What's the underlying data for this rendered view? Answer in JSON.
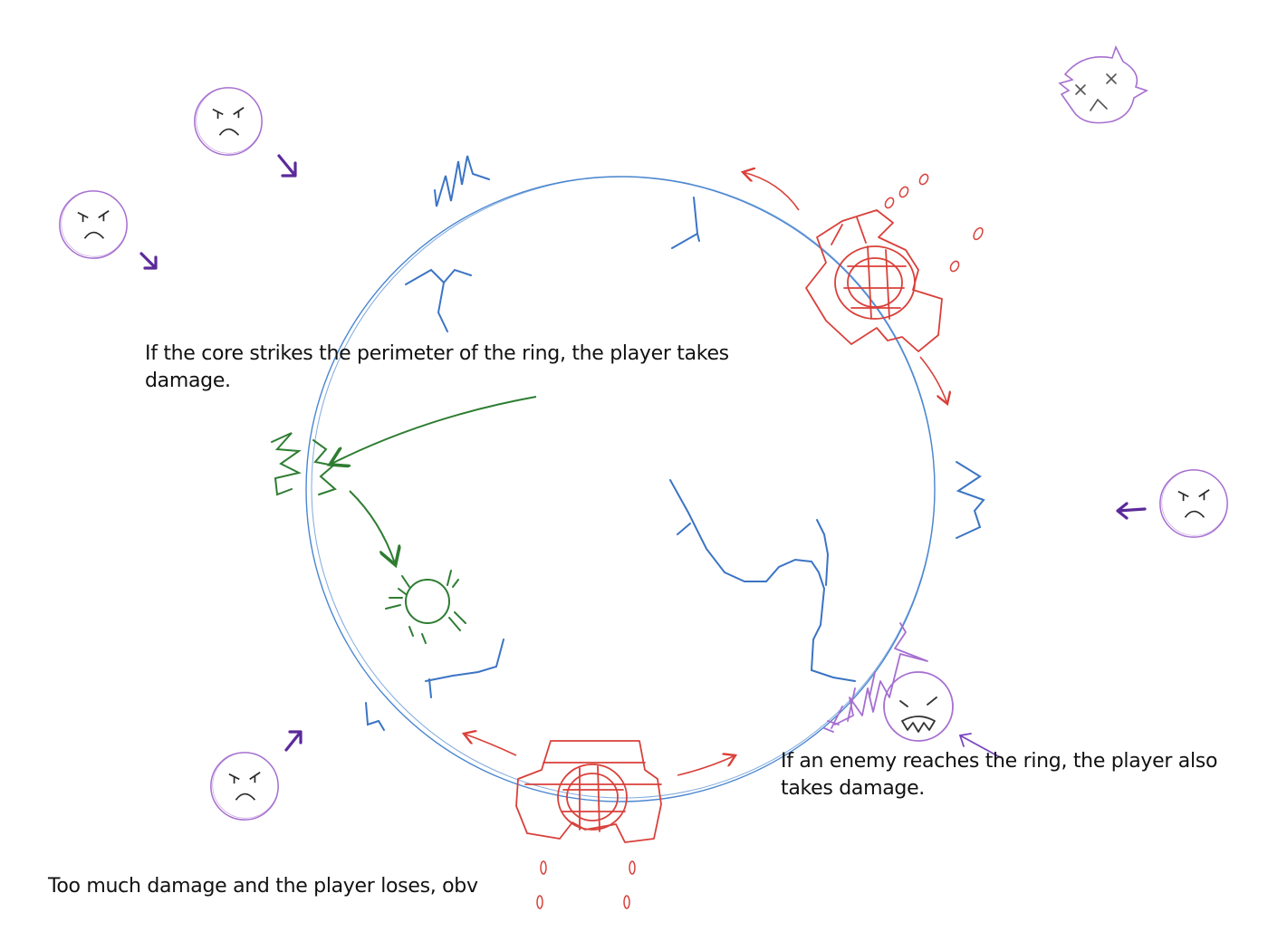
{
  "notes": {
    "core_strike": "If the core strikes the perimeter of the ring, the player takes damage.",
    "enemy_reach": "If an enemy reaches the ring, the player also takes damage.",
    "lose": "Too much damage and the player loses, obv"
  },
  "colors": {
    "ring": "#4a86d0",
    "player_ship": "#d9403a",
    "core": "#2e7d32",
    "enemy": "#a66fd0",
    "enemy_arrow": "#5b2a9a",
    "text": "#111111"
  },
  "icons": {
    "enemy": "angry-face-icon",
    "dead_enemy": "dead-face-icon",
    "core": "core-ball-icon",
    "impact": "impact-spark-icon",
    "player": "player-ship-icon"
  }
}
